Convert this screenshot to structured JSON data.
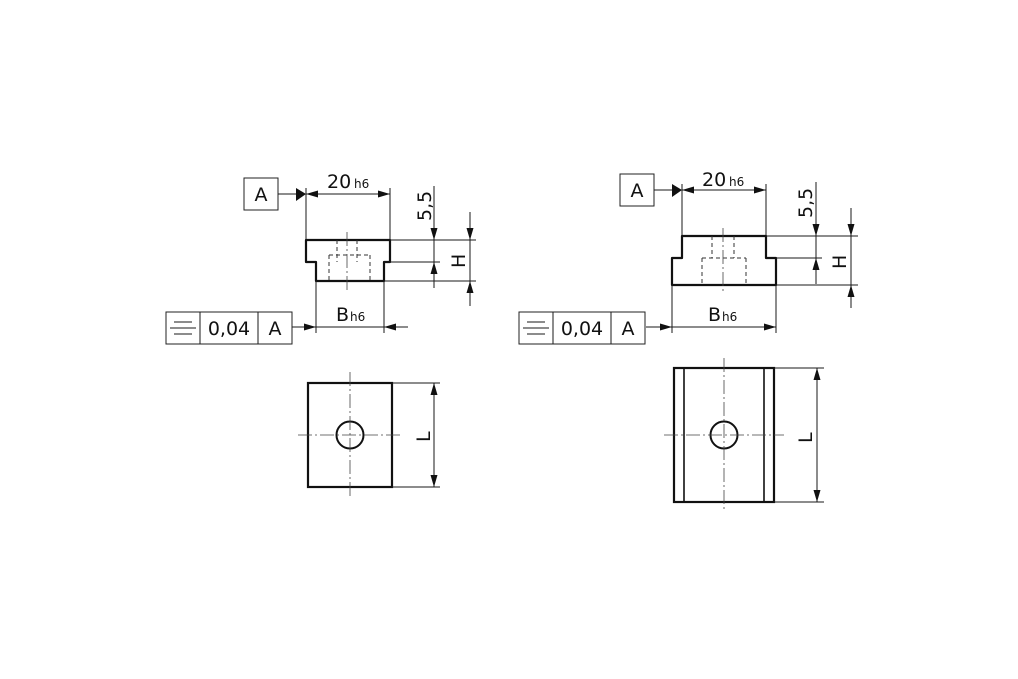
{
  "views": [
    {
      "datum_label": "A",
      "width_value": "20",
      "width_tolerance": "h6",
      "height_offset": "5,5",
      "height_label": "H",
      "base_value": "B",
      "base_tolerance": "h6",
      "tolerance_frame": {
        "value": "0,04",
        "datum": "A"
      },
      "length_label": "L"
    },
    {
      "datum_label": "A",
      "width_value": "20",
      "width_tolerance": "h6",
      "height_offset": "5,5",
      "height_label": "H",
      "base_value": "B",
      "base_tolerance": "h6",
      "tolerance_frame": {
        "value": "0,04",
        "datum": "A"
      },
      "length_label": "L"
    }
  ],
  "symbols": {
    "symmetry": "symmetry-icon"
  },
  "colors": {
    "line": "#111111",
    "background": "#ffffff"
  }
}
